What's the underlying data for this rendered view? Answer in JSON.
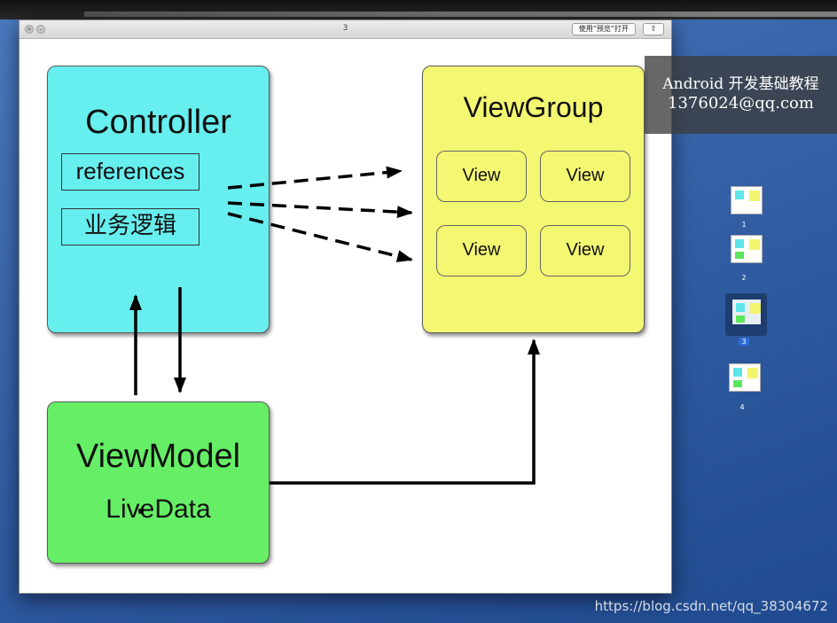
{
  "window": {
    "title": "3",
    "open_button": "使用“预览”打开",
    "share_icon": "share-icon"
  },
  "diagram": {
    "controller": {
      "title": "Controller",
      "references": "references",
      "business_logic": "业务逻辑",
      "color": "#67eeef"
    },
    "viewgroup": {
      "title": "ViewGroup",
      "views": [
        "View",
        "View",
        "View",
        "View"
      ],
      "color": "#f4f772"
    },
    "viewmodel": {
      "title": "ViewModel",
      "livedata": "LiveData",
      "color": "#66ef66"
    }
  },
  "watermark": {
    "line1": "Android 开发基础教程",
    "line2": "1376024@qq.com"
  },
  "thumbnails": [
    {
      "label": "1",
      "selected": false
    },
    {
      "label": "2",
      "selected": false
    },
    {
      "label": "3",
      "selected": true
    },
    {
      "label": "4",
      "selected": false
    }
  ],
  "footer_url": "https://blog.csdn.net/qq_38304672"
}
